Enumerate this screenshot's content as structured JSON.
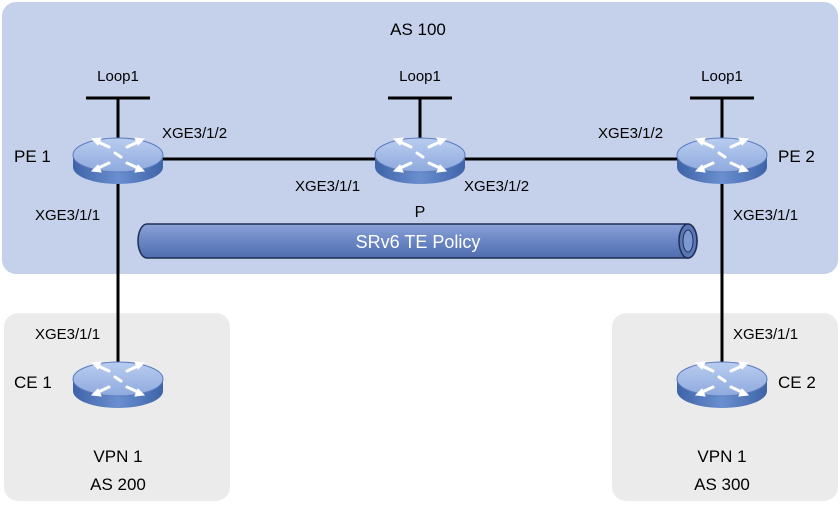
{
  "as_core": {
    "label": "AS 100"
  },
  "as_left": {
    "vpn": "VPN 1",
    "as": "AS 200"
  },
  "as_right": {
    "vpn": "VPN 1",
    "as": "AS 300"
  },
  "routers": {
    "pe1": {
      "label": "PE 1",
      "loop": "Loop1"
    },
    "p": {
      "label": "P",
      "loop": "Loop1"
    },
    "pe2": {
      "label": "PE 2",
      "loop": "Loop1"
    },
    "ce1": {
      "label": "CE 1"
    },
    "ce2": {
      "label": "CE 2"
    }
  },
  "interfaces": {
    "pe1_to_p": "XGE3/1/2",
    "p_from_pe1": "XGE3/1/1",
    "p_to_pe2": "XGE3/1/2",
    "pe2_from_p": "XGE3/1/2",
    "pe1_to_ce1": "XGE3/1/1",
    "ce1_to_pe1": "XGE3/1/1",
    "pe2_to_ce2": "XGE3/1/1",
    "ce2_to_pe2": "XGE3/1/1"
  },
  "tunnel": {
    "label": "SRv6 TE Policy"
  },
  "colors": {
    "as_core_bg": "#c5d1ea",
    "as_edge_bg": "#ebebeb",
    "router_body": "#5b7fc3",
    "router_top": "#a9c0ea",
    "tunnel_fill": "#6c87c6",
    "link": "#000000"
  }
}
